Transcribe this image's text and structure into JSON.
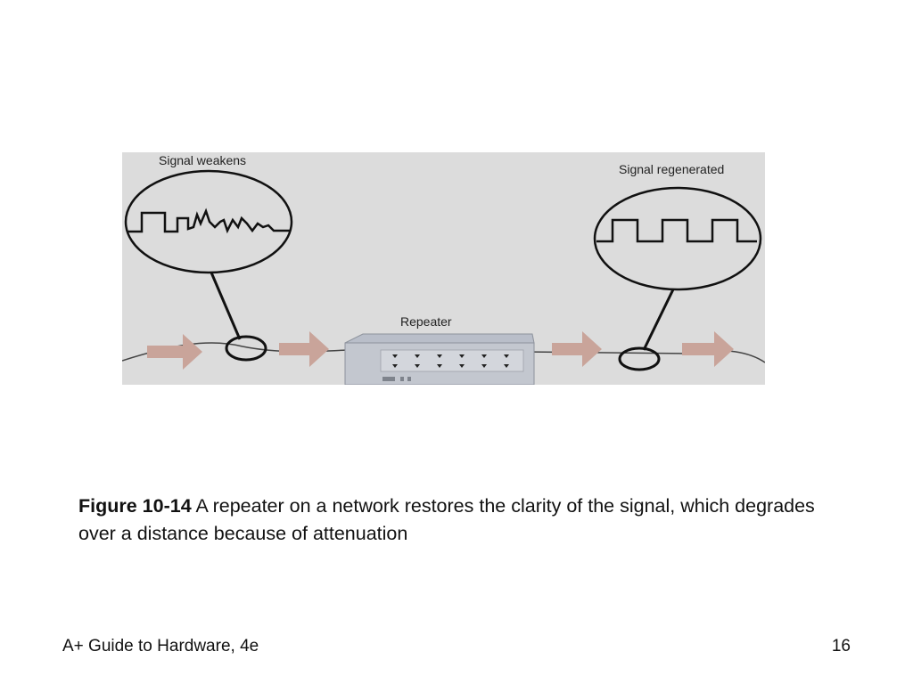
{
  "diagram": {
    "label_weak": "Signal weakens",
    "label_regen": "Signal regenerated",
    "label_repeater": "Repeater",
    "colors": {
      "background": "#dcdcdc",
      "arrow": "#c9a49a",
      "outline": "#1a1a1a",
      "device_top": "#b9bec9",
      "device_front": "#c3c7cf"
    }
  },
  "caption": {
    "number": "Figure 10-14",
    "text": " A repeater on a network restores the clarity of the signal, which degrades over a distance because of attenuation"
  },
  "footer": {
    "title": "A+ Guide to Hardware, 4e",
    "page": "16"
  }
}
